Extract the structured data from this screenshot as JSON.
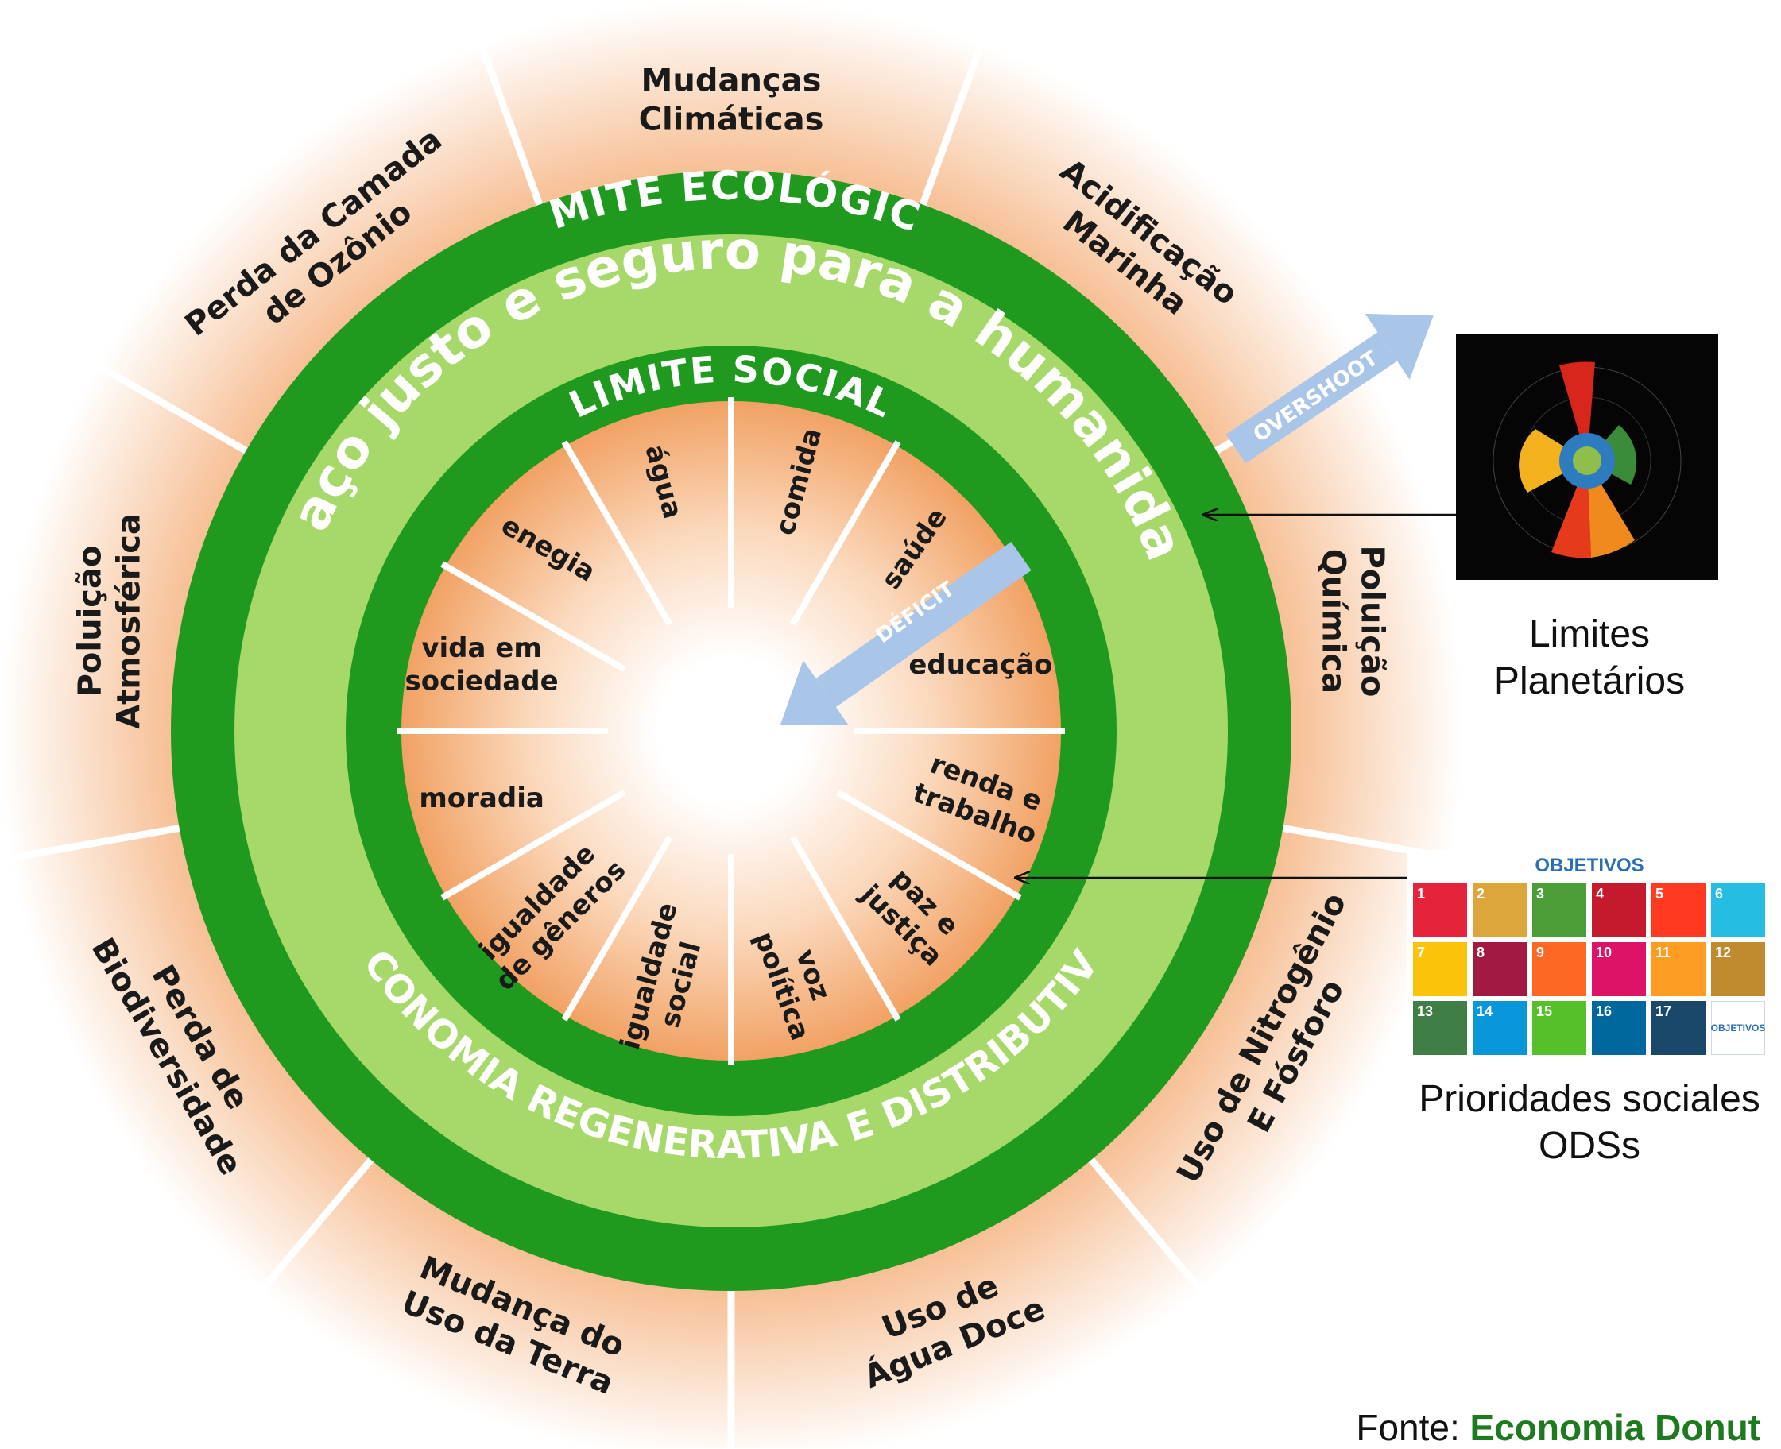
{
  "ring_labels": {
    "ecological_ceiling": "LIMITE ECOLÓGICO",
    "safe_space": "Espaço justo e seguro para a humanidade",
    "social_foundation": "LIMITE SOCIAL",
    "regenerative": "ECONOMIA REGENERATIVA E DISTRIBUTIVA"
  },
  "ecological_limits": [
    {
      "lines": [
        "Mudanças",
        "Climáticas"
      ]
    },
    {
      "lines": [
        "Acidificação",
        "Marinha"
      ]
    },
    {
      "lines": [
        "Poluição",
        "Química"
      ]
    },
    {
      "lines": [
        "Uso de Nitrogênio",
        "E Fósforo"
      ]
    },
    {
      "lines": [
        "Uso de",
        "Água Doce"
      ]
    },
    {
      "lines": [
        "Mudança do",
        "Uso da Terra"
      ]
    },
    {
      "lines": [
        "Perda de",
        "Biodiversidade"
      ]
    },
    {
      "lines": [
        "Poluição",
        "Atmosférica"
      ]
    },
    {
      "lines": [
        "Perda da Camada",
        "de Ozônio"
      ]
    }
  ],
  "social_items": [
    {
      "lines": [
        "comida"
      ]
    },
    {
      "lines": [
        "saúde"
      ]
    },
    {
      "lines": [
        "educação"
      ]
    },
    {
      "lines": [
        "renda e",
        "trabalho"
      ]
    },
    {
      "lines": [
        "paz e",
        "justiça"
      ]
    },
    {
      "lines": [
        "voz",
        "política"
      ]
    },
    {
      "lines": [
        "igualdade",
        "social"
      ]
    },
    {
      "lines": [
        "igualdade",
        "de gêneros"
      ]
    },
    {
      "lines": [
        "moradia"
      ]
    },
    {
      "lines": [
        "vida em",
        "sociedade"
      ]
    },
    {
      "lines": [
        "enegia"
      ]
    },
    {
      "lines": [
        "água"
      ]
    }
  ],
  "arrows": {
    "overshoot": "OVERSHOOT",
    "deficit": "DÉFICIT"
  },
  "captions": {
    "limites": "Limites Planetários",
    "prioridades": "Prioridades sociales ODSs",
    "fonte_prefix": "Fonte:",
    "fonte_name": "Economia Donut"
  },
  "sdg": {
    "header": "OBJETIVOS",
    "last_tile": "OBJETIVOS",
    "tiles": [
      {
        "number": "1",
        "color": "#e5243b"
      },
      {
        "number": "2",
        "color": "#dda63a"
      },
      {
        "number": "3",
        "color": "#4c9f38"
      },
      {
        "number": "4",
        "color": "#c5192d"
      },
      {
        "number": "5",
        "color": "#ff3a21"
      },
      {
        "number": "6",
        "color": "#26bde2"
      },
      {
        "number": "7",
        "color": "#fcc30b"
      },
      {
        "number": "8",
        "color": "#a21942"
      },
      {
        "number": "9",
        "color": "#fd6925"
      },
      {
        "number": "10",
        "color": "#dd1367"
      },
      {
        "number": "11",
        "color": "#fd9d24"
      },
      {
        "number": "12",
        "color": "#bf8b2e"
      },
      {
        "number": "13",
        "color": "#3f7e44"
      },
      {
        "number": "14",
        "color": "#0a97d9"
      },
      {
        "number": "15",
        "color": "#56c02b"
      },
      {
        "number": "16",
        "color": "#00689d"
      },
      {
        "number": "17",
        "color": "#19486a"
      }
    ]
  },
  "colors": {
    "dark_green": "#1f9a1f",
    "light_green": "#a6d96a",
    "orange": "#f5a56b",
    "arrow_blue": "#a9c6e8"
  }
}
